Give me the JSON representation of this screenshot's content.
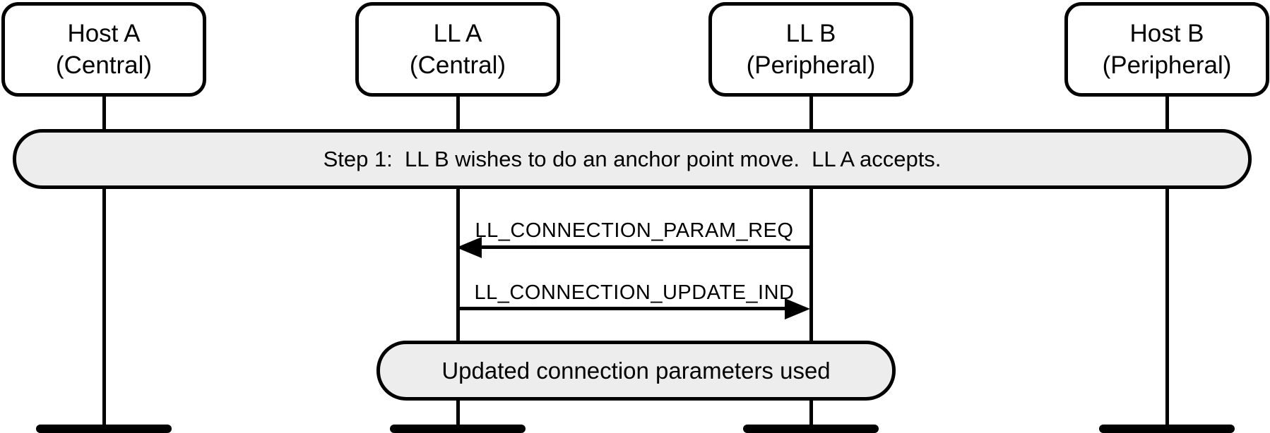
{
  "diagram": {
    "title_semantic": "LL connection parameter update sequence diagram",
    "colors": {
      "background": "#ffffff",
      "line": "#000000",
      "box_fill": "#ffffff",
      "banner_fill": "#ededed"
    },
    "actors": [
      {
        "id": "host-a",
        "line1": "Host A",
        "line2": "(Central)"
      },
      {
        "id": "ll-a",
        "line1": "LL A",
        "line2": "(Central)"
      },
      {
        "id": "ll-b",
        "line1": "LL B",
        "line2": "(Peripheral)"
      },
      {
        "id": "host-b",
        "line1": "Host B",
        "line2": "(Peripheral)"
      }
    ],
    "step_banner": {
      "text": "Step 1:  LL B wishes to do an anchor point move.  LL A accepts."
    },
    "messages": [
      {
        "label": "LL_CONNECTION_PARAM_REQ",
        "from": "ll-b",
        "to": "ll-a",
        "direction": "left"
      },
      {
        "label": "LL_CONNECTION_UPDATE_IND",
        "from": "ll-a",
        "to": "ll-b",
        "direction": "right"
      }
    ],
    "note": {
      "text": "Updated connection parameters used"
    }
  }
}
